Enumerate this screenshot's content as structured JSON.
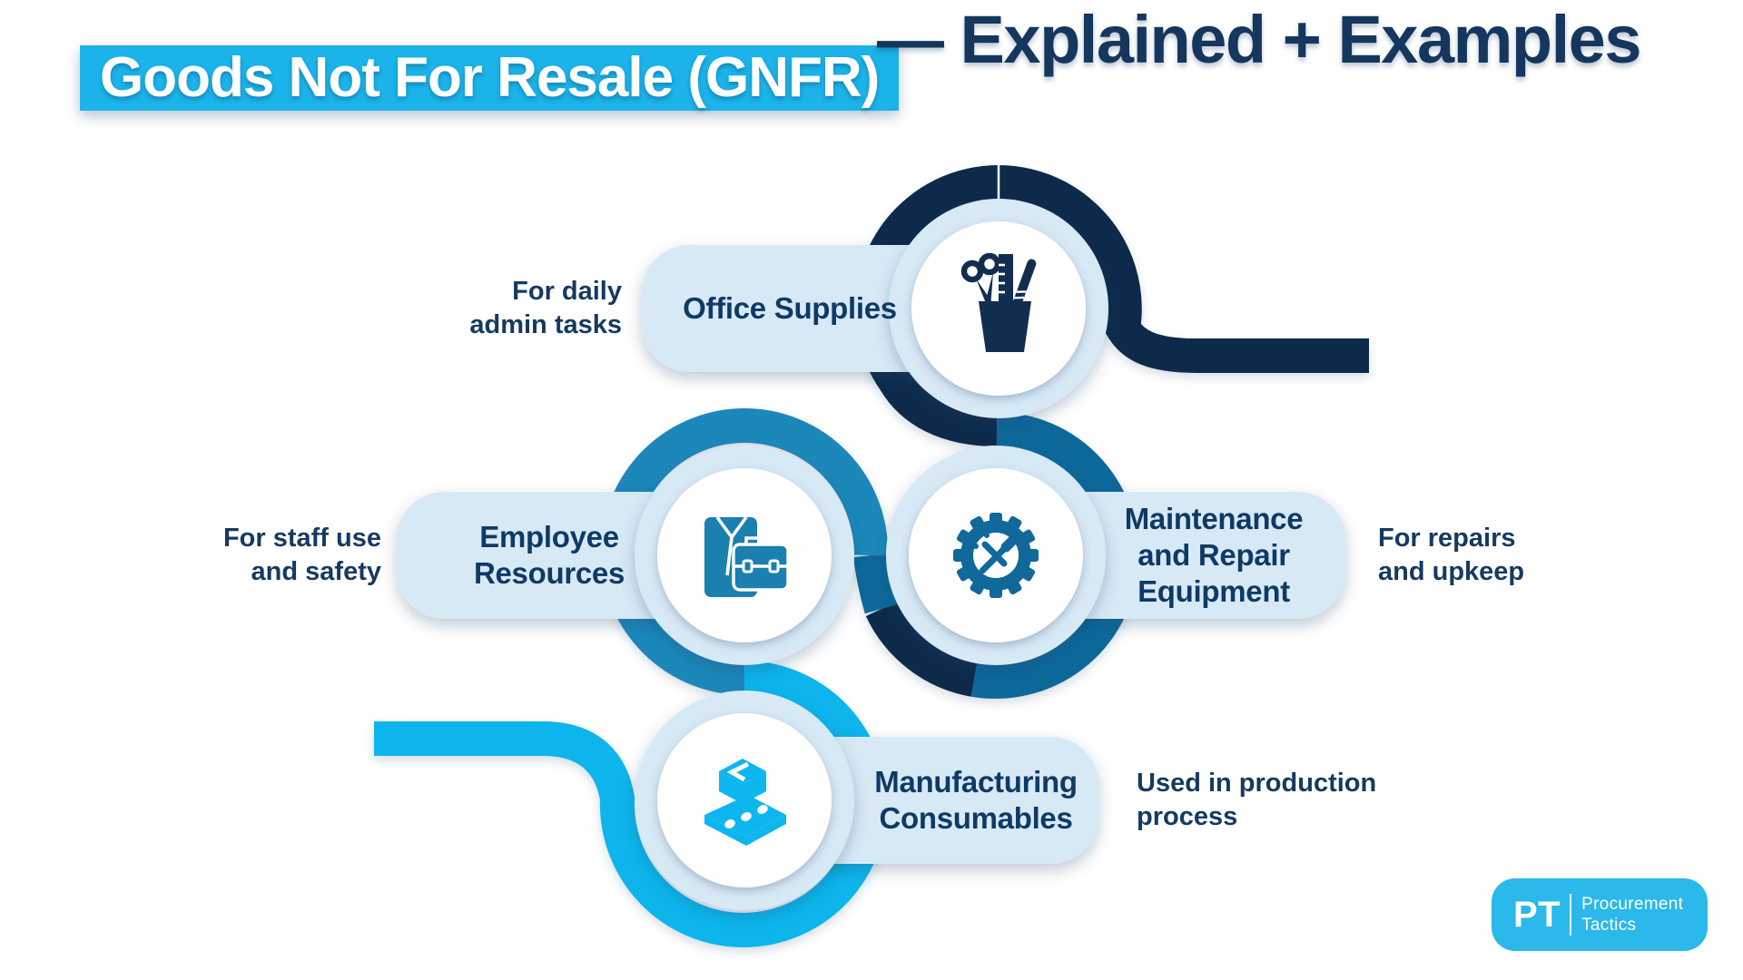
{
  "title": {
    "highlighted": "Goods Not For Resale (GNFR)",
    "plain": "— Explained + Examples"
  },
  "nodes": [
    {
      "id": "office-supplies",
      "title_lines": [
        "Office Supplies"
      ],
      "note_lines": [
        "For daily",
        "admin tasks"
      ],
      "icon": "desk-organizer-icon"
    },
    {
      "id": "employee-resources",
      "title_lines": [
        "Employee",
        "Resources"
      ],
      "note_lines": [
        "For staff use",
        "and safety"
      ],
      "icon": "shirt-briefcase-icon"
    },
    {
      "id": "maintenance-repair-equipment",
      "title_lines": [
        "Maintenance",
        "and Repair",
        "Equipment"
      ],
      "note_lines": [
        "For repairs",
        "and upkeep"
      ],
      "icon": "gear-tools-icon"
    },
    {
      "id": "manufacturing-consumables",
      "title_lines": [
        "Manufacturing",
        "Consumables"
      ],
      "note_lines": [
        "Used in production",
        "process"
      ],
      "icon": "conveyor-box-icon"
    }
  ],
  "logo": {
    "monogram": "PT",
    "name_line1": "Procurement",
    "name_line2": "Tactics"
  },
  "colors": {
    "dark_navy": "#0D2B4C",
    "deep_blue": "#11689A",
    "medium_blue": "#1E88BA",
    "cyan": "#0CB5EC",
    "light_blue": "#D8E9F6",
    "text_navy": "#0E3A66",
    "title_highlight": "#1BB3E9",
    "logo_cyan": "#2BB8EA"
  }
}
